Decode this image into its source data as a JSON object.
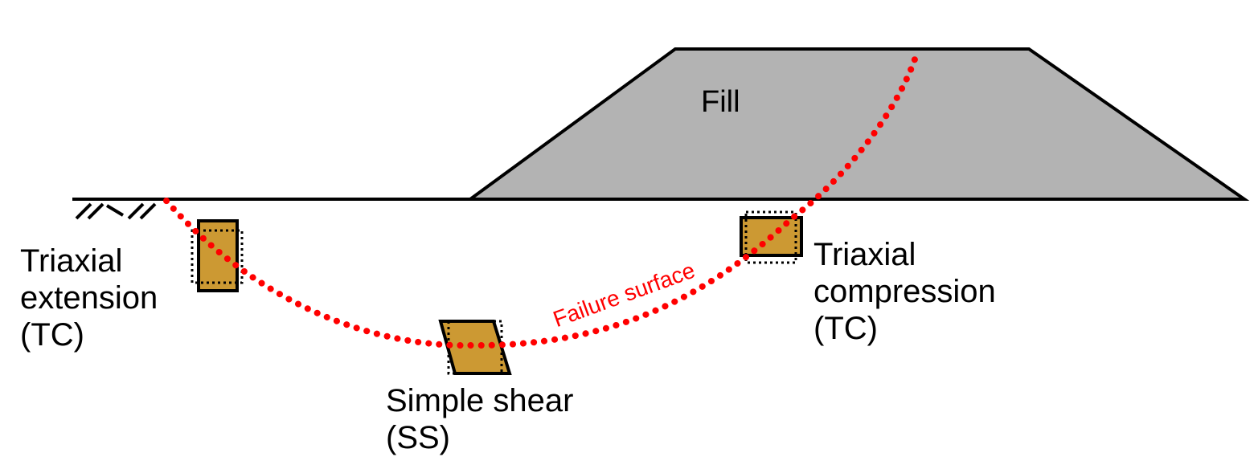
{
  "colors": {
    "fill": "#b3b3b3",
    "specimen": "#cc9933",
    "failure_surface": "#ff0000",
    "line": "#000000"
  },
  "labels": {
    "fill": "Fill",
    "failure_surface": "Failure surface",
    "triaxial_extension": [
      "Triaxial",
      "extension",
      "(TC)"
    ],
    "simple_shear": [
      "Simple shear",
      "(SS)"
    ],
    "triaxial_compression": [
      "Triaxial",
      "compression",
      "(TC)"
    ]
  }
}
